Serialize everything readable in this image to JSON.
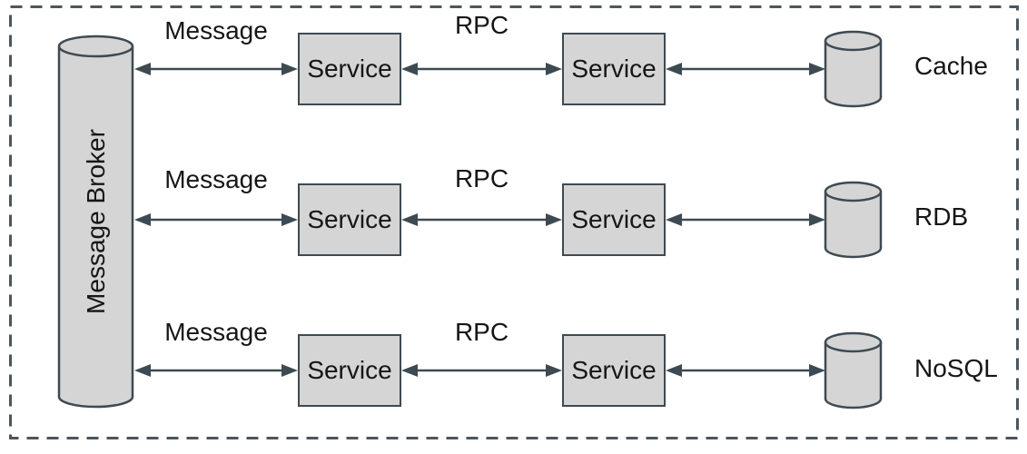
{
  "broker": {
    "label": "Message Broker"
  },
  "rows": [
    {
      "link1_label": "Message",
      "link2_label": "RPC",
      "service1_label": "Service",
      "service2_label": "Service",
      "datastore_label": "Cache"
    },
    {
      "link1_label": "Message",
      "link2_label": "RPC",
      "service1_label": "Service",
      "service2_label": "Service",
      "datastore_label": "RDB"
    },
    {
      "link1_label": "Message",
      "link2_label": "RPC",
      "service1_label": "Service",
      "service2_label": "Service",
      "datastore_label": "NoSQL"
    }
  ],
  "colors": {
    "shape_fill": "#d5d5d5",
    "shape_stroke": "#3e4a52",
    "boundary": "#4b565e",
    "text": "#161616",
    "background": "#ffffff"
  }
}
